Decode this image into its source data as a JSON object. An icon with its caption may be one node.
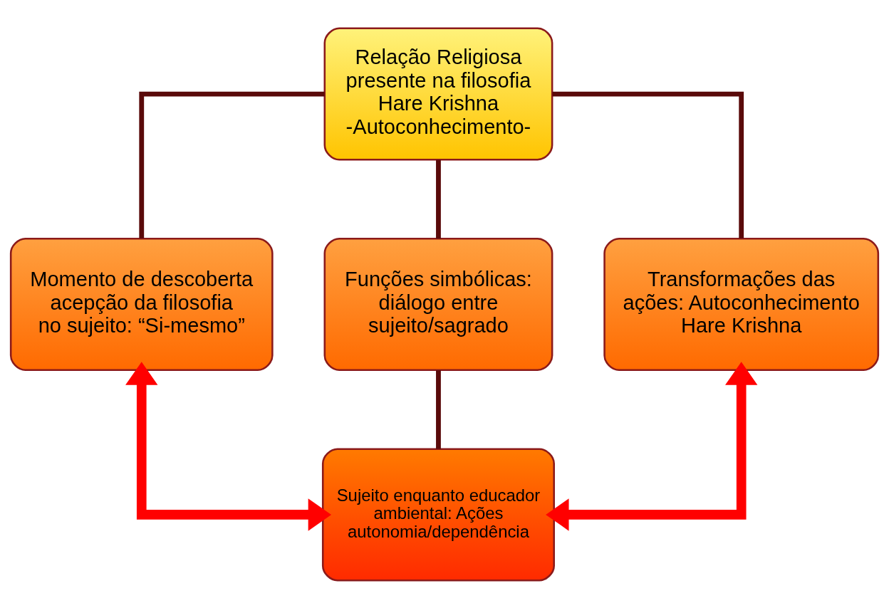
{
  "diagram": {
    "nodes": [
      {
        "text": [
          "Relação Religiosa presente na filosofia Hare Krishna -Autoconhecimento-"
        ]
      },
      {
        "text": [
          "Momento de descoberta acepção da filosofia no sujeito: “Si-mesmo”"
        ]
      },
      {
        "text": [
          "Funções simbólicas: diálogo entre sujeito/sagrado"
        ]
      },
      {
        "text": [
          "Transformações das ações: Autoconhecimento Hare Krishna"
        ]
      },
      {
        "text": [
          "Sujeito enquanto educador ambiental: Ações autonomia/dependência"
        ]
      }
    ],
    "edges": [
      {
        "from": 0,
        "to": 1,
        "arrow": "none"
      },
      {
        "from": 0,
        "to": 2,
        "arrow": "none"
      },
      {
        "from": 0,
        "to": 3,
        "arrow": "none"
      },
      {
        "from": 2,
        "to": 4,
        "arrow": "none"
      },
      {
        "from": 1,
        "to": 4,
        "arrow": "both",
        "style": "thick",
        "color": "#ff0000"
      },
      {
        "from": 3,
        "to": 4,
        "arrow": "both",
        "style": "thick",
        "color": "#ff0000"
      }
    ]
  }
}
